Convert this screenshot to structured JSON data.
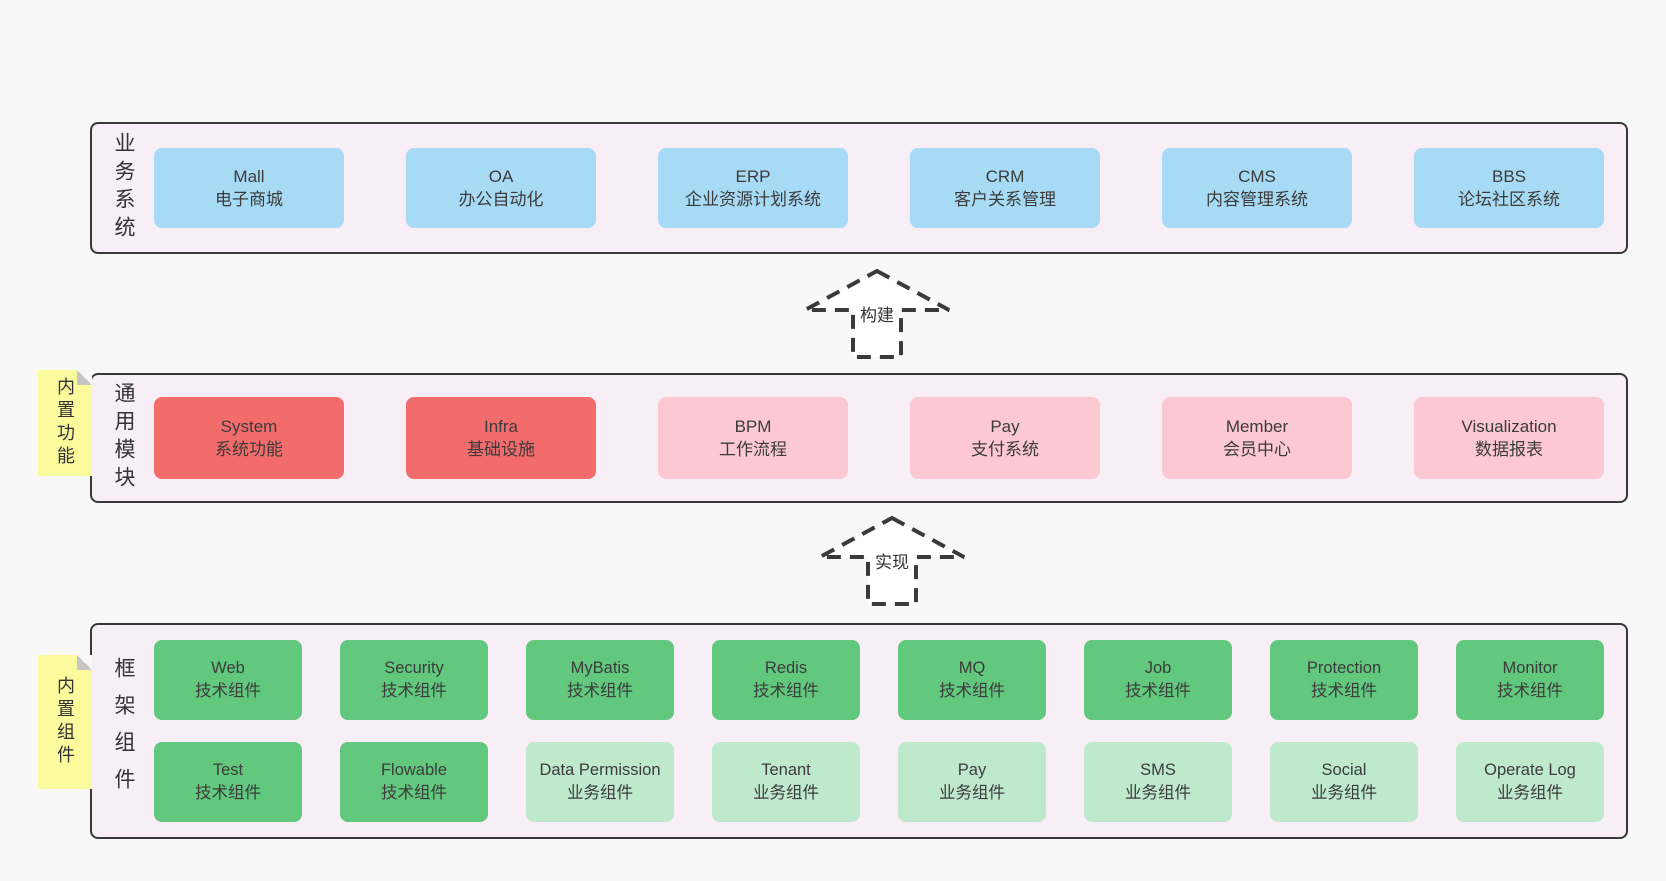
{
  "colors": {
    "pageBg": "#f8f8f8",
    "containerBg": "#f8eef6",
    "containerBorder": "#383838",
    "blue": "#a7daf5",
    "red": "#f36c6c",
    "pink": "#fcc9d3",
    "green": "#61c87d",
    "lightGreen": "#bfe9cd",
    "noteYellow": "#fbfa9d",
    "noteFold": "#c6c6c6"
  },
  "arrows": {
    "build": "构建",
    "implement": "实现"
  },
  "layers": {
    "business": {
      "label": "业务系统",
      "boxes": [
        {
          "en": "Mall",
          "zh": "电子商城"
        },
        {
          "en": "OA",
          "zh": "办公自动化"
        },
        {
          "en": "ERP",
          "zh": "企业资源计划系统"
        },
        {
          "en": "CRM",
          "zh": "客户关系管理"
        },
        {
          "en": "CMS",
          "zh": "内容管理系统"
        },
        {
          "en": "BBS",
          "zh": "论坛社区系统"
        }
      ]
    },
    "modules": {
      "label": "通用模块",
      "note": "内置功能",
      "boxes": [
        {
          "en": "System",
          "zh": "系统功能"
        },
        {
          "en": "Infra",
          "zh": "基础设施"
        },
        {
          "en": "BPM",
          "zh": "工作流程"
        },
        {
          "en": "Pay",
          "zh": "支付系统"
        },
        {
          "en": "Member",
          "zh": "会员中心"
        },
        {
          "en": "Visualization",
          "zh": "数据报表"
        }
      ]
    },
    "components": {
      "label": "框架组件",
      "note": "内置组件",
      "row1": [
        {
          "en": "Web",
          "zh": "技术组件"
        },
        {
          "en": "Security",
          "zh": "技术组件"
        },
        {
          "en": "MyBatis",
          "zh": "技术组件"
        },
        {
          "en": "Redis",
          "zh": "技术组件"
        },
        {
          "en": "MQ",
          "zh": "技术组件"
        },
        {
          "en": "Job",
          "zh": "技术组件"
        },
        {
          "en": "Protection",
          "zh": "技术组件"
        },
        {
          "en": "Monitor",
          "zh": "技术组件"
        }
      ],
      "row2": [
        {
          "en": "Test",
          "zh": "技术组件"
        },
        {
          "en": "Flowable",
          "zh": "技术组件"
        },
        {
          "en": "Data Permission",
          "zh": "业务组件"
        },
        {
          "en": "Tenant",
          "zh": "业务组件"
        },
        {
          "en": "Pay",
          "zh": "业务组件"
        },
        {
          "en": "SMS",
          "zh": "业务组件"
        },
        {
          "en": "Social",
          "zh": "业务组件"
        },
        {
          "en": "Operate Log",
          "zh": "业务组件"
        }
      ]
    }
  }
}
